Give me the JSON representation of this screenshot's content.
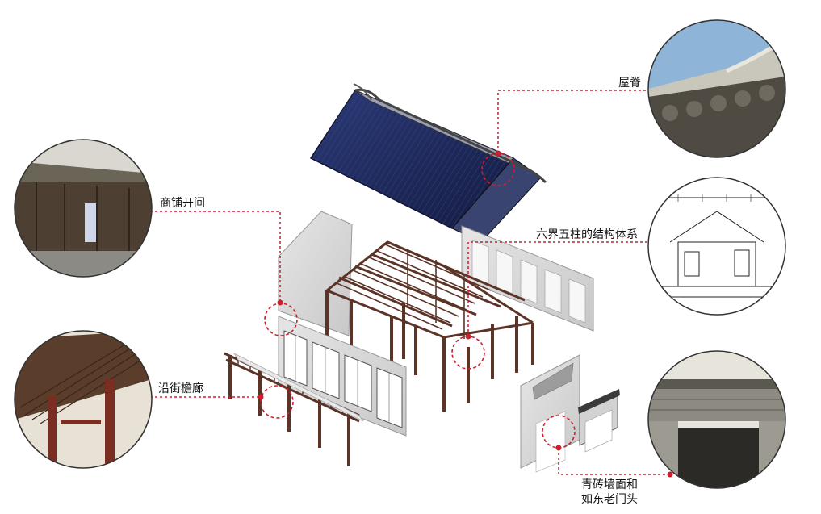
{
  "labels": {
    "roof_ridge": "屋脊",
    "shop_bays": "商铺开间",
    "frame_system": "六界五柱的结构体系",
    "street_arcade": "沿街檐廊",
    "brick_wall_line1": "青砖墙面和",
    "brick_wall_line2": "如东老门头"
  },
  "colors": {
    "leader": "#cc1f2e",
    "roof": "#1f2a5c",
    "timber": "#5b3427",
    "wall": "#d8d8d8",
    "circle_border": "#333333"
  },
  "icons": [
    "callout-dot-icon"
  ]
}
